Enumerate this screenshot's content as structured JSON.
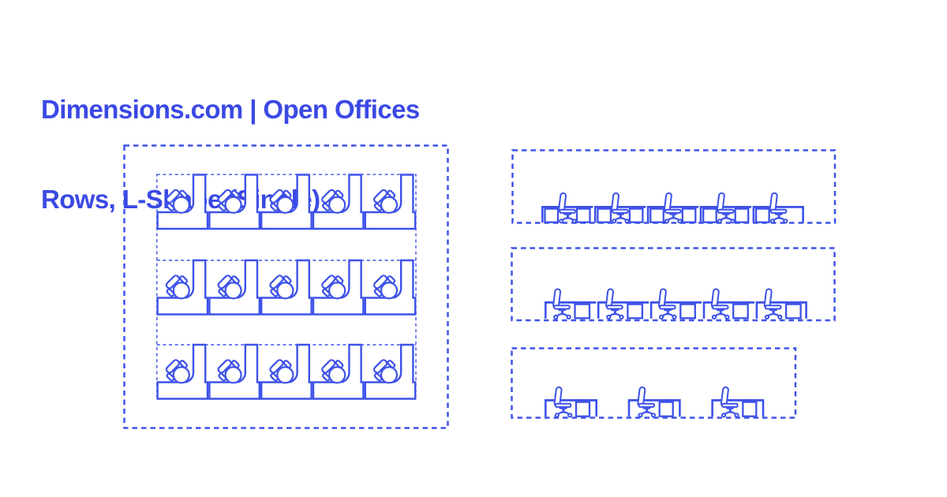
{
  "header": {
    "title_line1": "Dimensions.com | Open Offices",
    "title_line2": "Rows, L-Shape (Single)",
    "text_color": "#3B49E4"
  },
  "diagram": {
    "stroke_color": "#3E52E8",
    "background": "#FFFFFF",
    "plan": {
      "label": "floor plan – rows of L-shape single workstations",
      "rows": 3,
      "desks_per_row": 5
    },
    "elevations": [
      {
        "label": "elevation – row of 5 workstations",
        "desks": 5,
        "pedestal_layout": "both-sides"
      },
      {
        "label": "elevation – row of 5 workstations (mirrored)",
        "desks": 5,
        "pedestal_layout": "right"
      },
      {
        "label": "elevation – 3 freestanding workstations",
        "desks": 3,
        "pedestal_layout": "right"
      }
    ]
  }
}
